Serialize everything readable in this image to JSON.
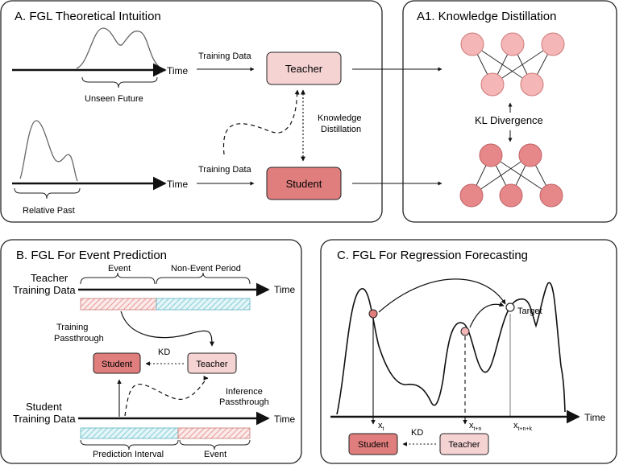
{
  "panelA": {
    "title": "A. FGL Theoretical Intuition",
    "time_top": "Time",
    "time_bottom": "Time",
    "unseen_future": "Unseen Future",
    "relative_past": "Relative Past",
    "training_data_top": "Training Data",
    "training_data_bottom": "Training Data",
    "teacher": "Teacher",
    "student": "Student",
    "kd_line1": "Knowledge",
    "kd_line2": "Distillation"
  },
  "panelA1": {
    "title": "A1. Knowledge Distillation",
    "kl_divergence": "KL Divergence"
  },
  "panelB": {
    "title": "B. FGL For Event Prediction",
    "teacher_data_line1": "Teacher",
    "teacher_data_line2": "Training Data",
    "event_top": "Event",
    "non_event_period": "Non-Event Period",
    "time_top": "Time",
    "training_pass_line1": "Training",
    "training_pass_line2": "Passthrough",
    "kd": "KD",
    "student": "Student",
    "teacher": "Teacher",
    "inference_line1": "Inference",
    "inference_line2": "Passthrough",
    "student_data_line1": "Student",
    "student_data_line2": "Training Data",
    "time_bottom": "Time",
    "prediction_interval": "Prediction Interval",
    "event_bottom": "Event"
  },
  "panelC": {
    "title": "C. FGL For Regression Forecasting",
    "target": "Target",
    "time": "Time",
    "x_base": "x",
    "sub_t": "t",
    "sub_tn": "t+n",
    "sub_tnk": "t+n+k",
    "kd": "KD",
    "student": "Student",
    "teacher": "Teacher"
  },
  "colors": {
    "teacher_fill": "#f6d3d3",
    "student_fill": "#e07e7e",
    "node_light": "#f4b6b6",
    "node_dark": "#e6878a",
    "hatch_red": "#e99a95",
    "hatch_blue": "#86cfd9"
  }
}
